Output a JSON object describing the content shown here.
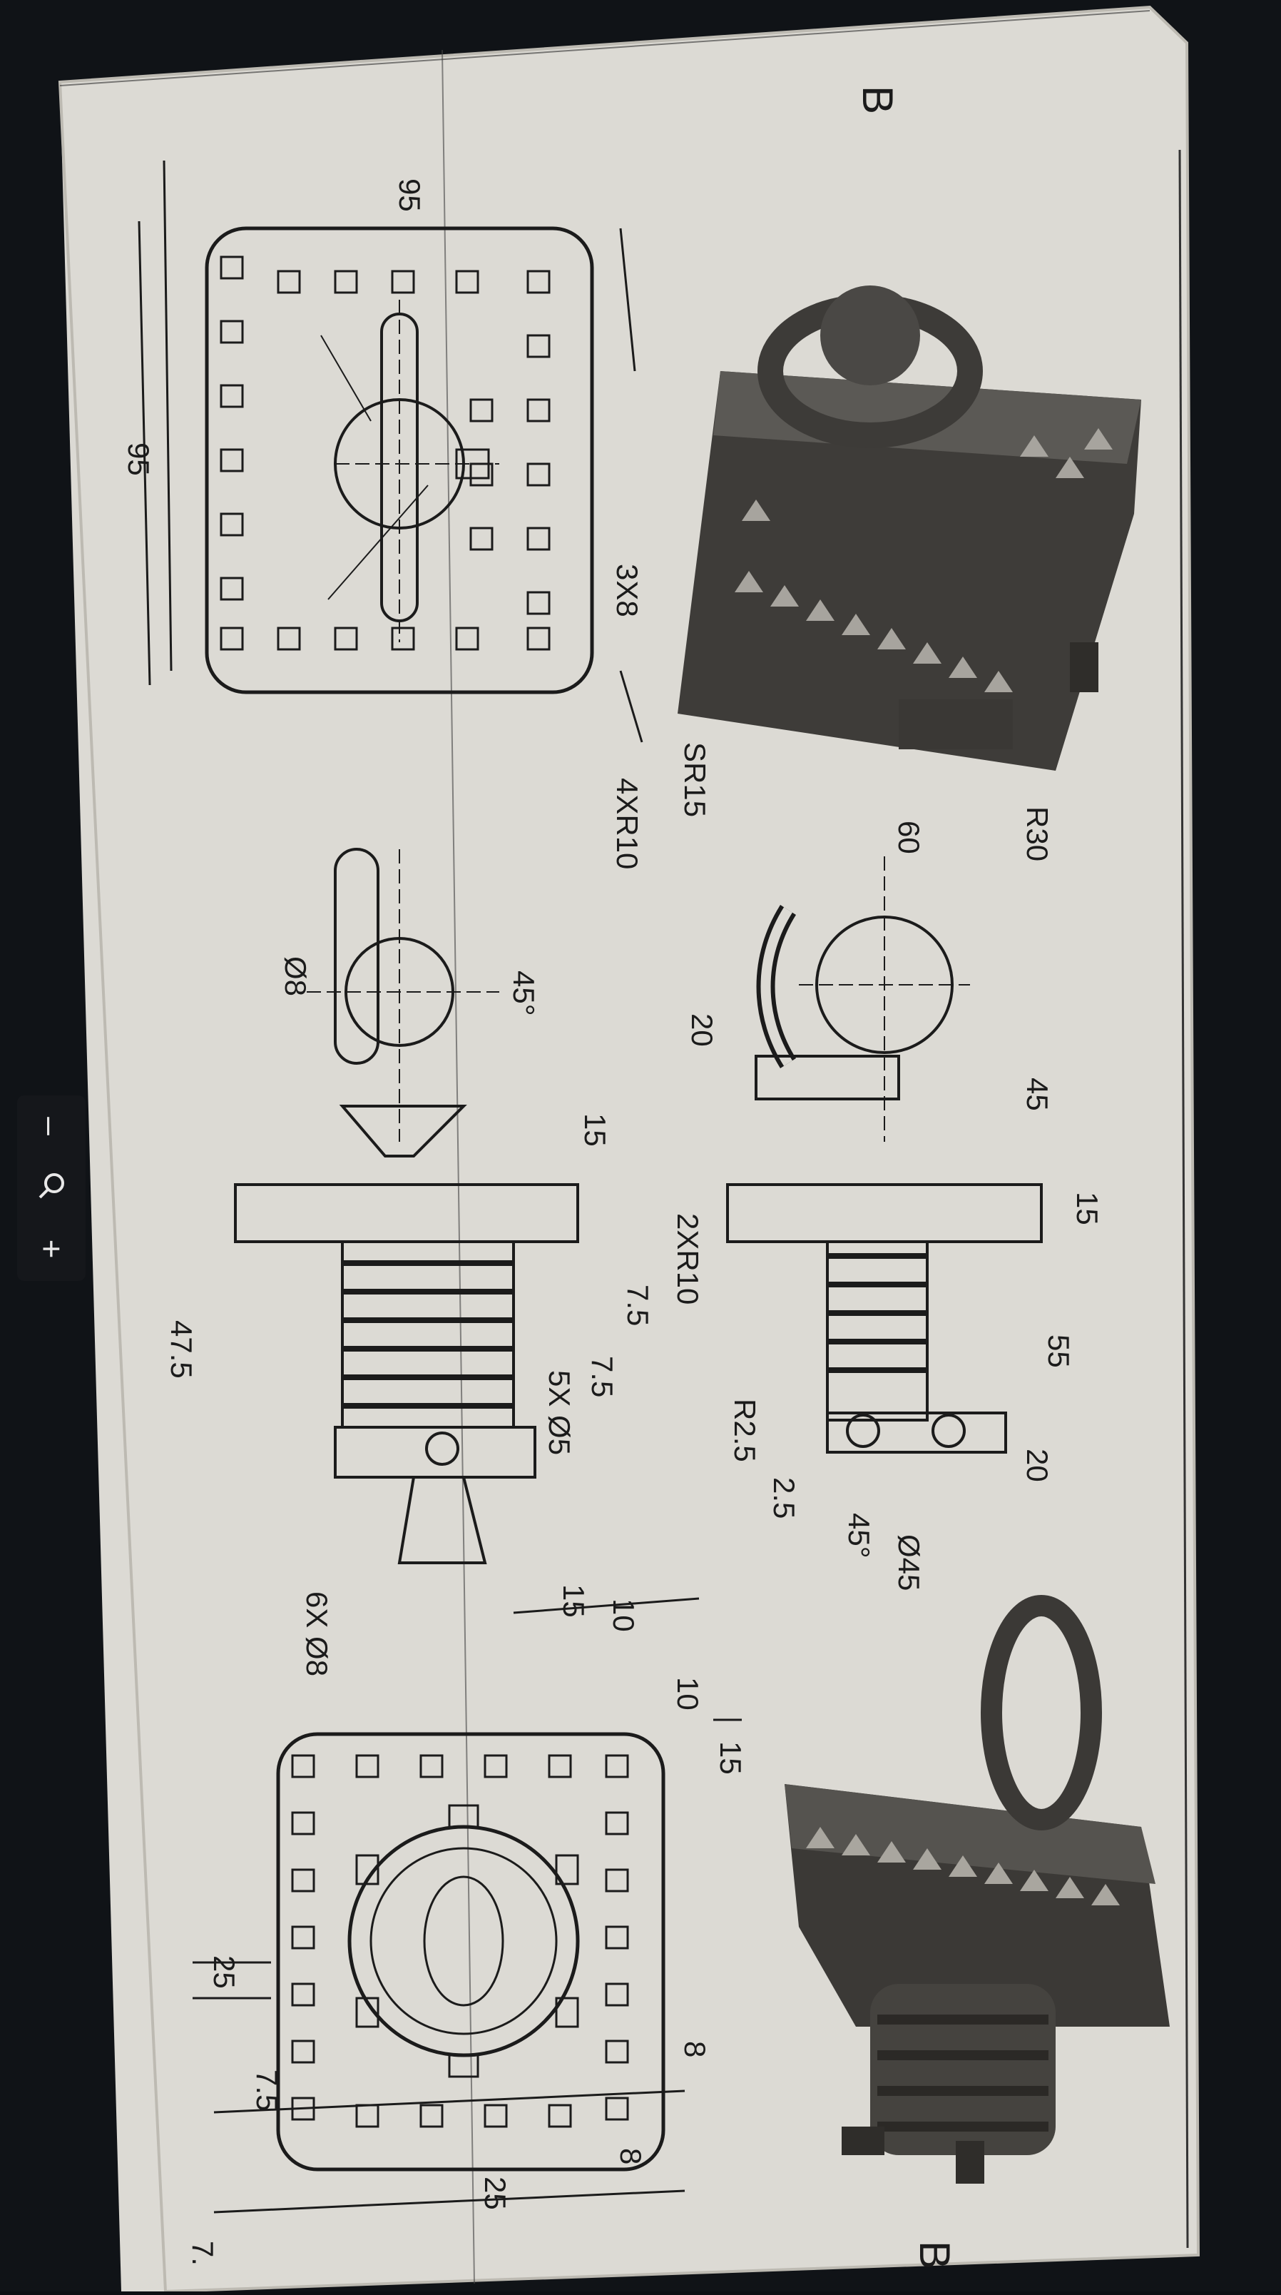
{
  "viewer": {
    "zoom_out_label": "–",
    "zoom_in_label": "+",
    "colors": {
      "background": "#0d0f13",
      "paper": "#dedcd6",
      "ink": "#1b1b1b"
    }
  },
  "drawing": {
    "section_labels": [
      "B",
      "B"
    ],
    "dimensions": {
      "width_95_a": "95",
      "width_95_b": "95",
      "slot": "3X8",
      "corner_radius": "4XR10",
      "sr15": "SR15",
      "d60": "60",
      "r30": "R30",
      "d20": "20",
      "d45": "45",
      "d15_top": "15",
      "d55": "55",
      "d20_right": "20",
      "phi45": "Ø45",
      "r2_5": "R2.5",
      "d2_5": "2.5",
      "ang45_top": "45°",
      "ang45_mid": "45°",
      "phi8": "Ø8",
      "d15_mid": "15",
      "r10x2": "2XR10",
      "d7_5_a": "7.5",
      "d7_5_b": "7.5",
      "five_phi5": "5X Ø5",
      "d47_5": "47.5",
      "six_phi8": "6X Ø8",
      "d10_a": "10",
      "d10_b": "10",
      "d15_b": "15",
      "d15_c": "15",
      "d8_a": "8",
      "d8_b": "8",
      "d25_a": "25",
      "d25_b": "25",
      "d7_5_c": "7.5",
      "d7_edge": "7."
    }
  }
}
